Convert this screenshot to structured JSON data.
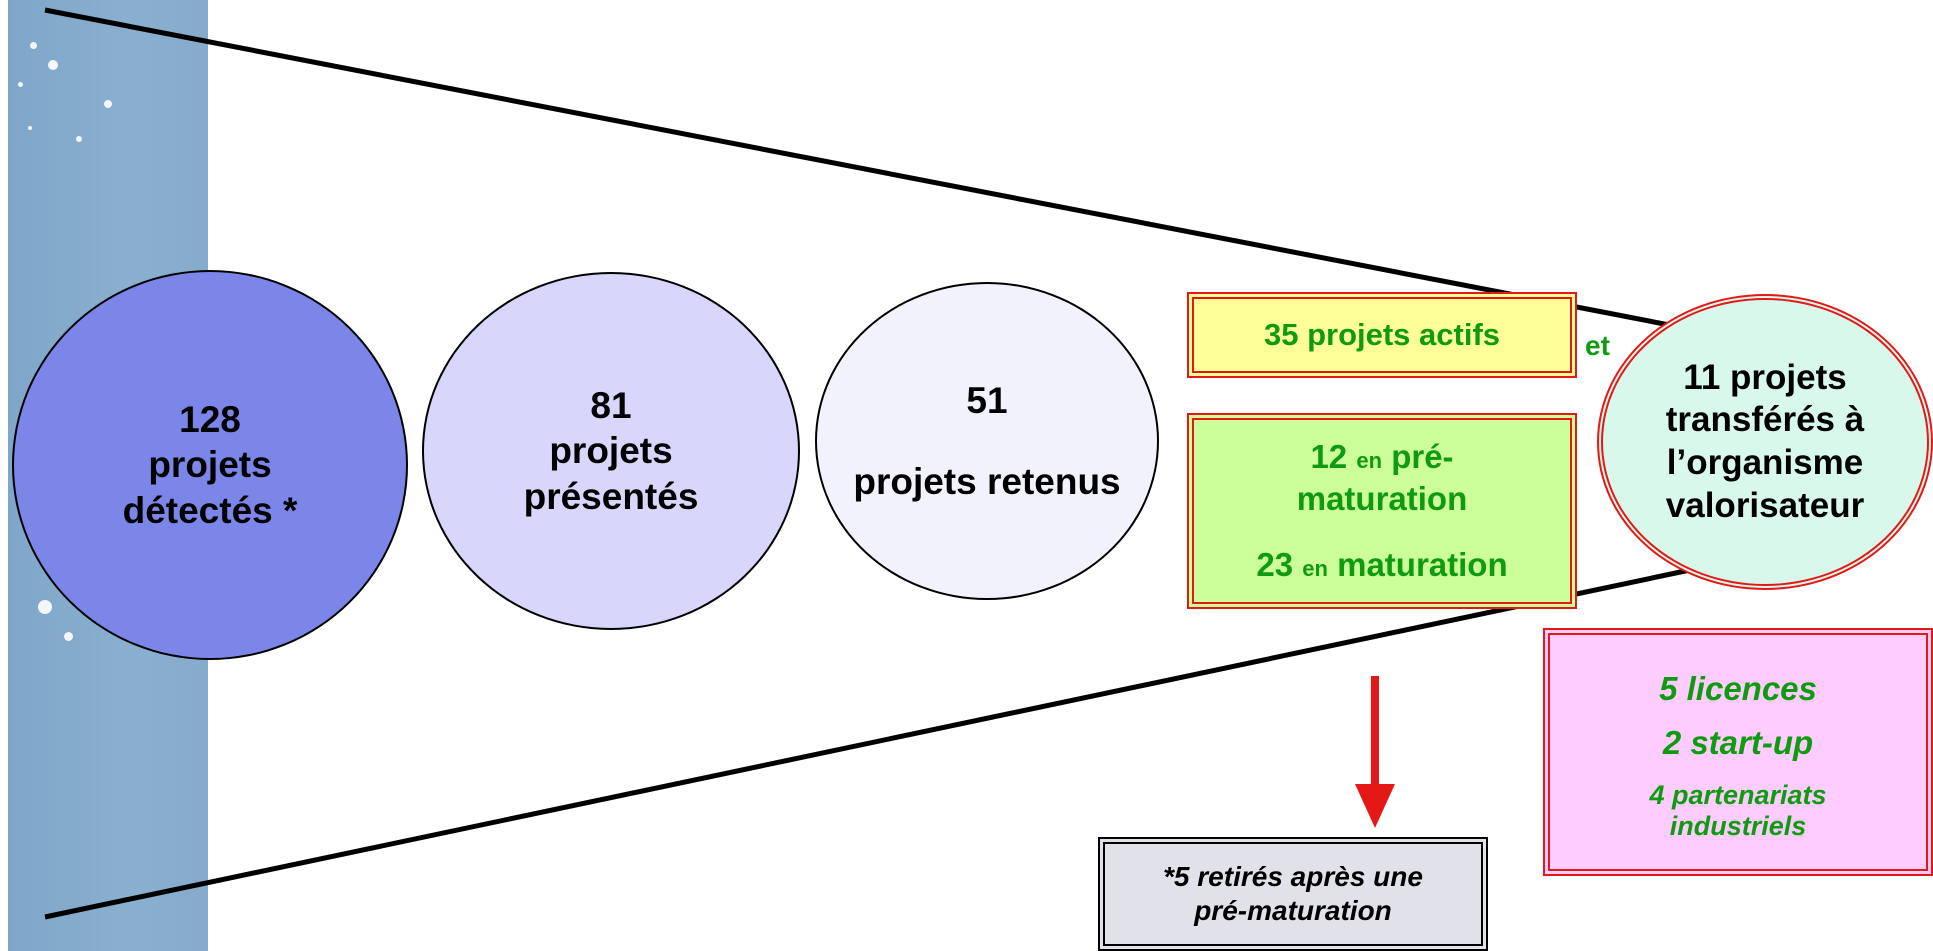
{
  "stages": {
    "detected": {
      "count": "128",
      "line1": "projets",
      "line2": "détectés *"
    },
    "presented": {
      "count": "81",
      "line1": "projets",
      "line2": "présentés"
    },
    "retained": {
      "count": "51",
      "line1": "projets retenus"
    }
  },
  "active": {
    "label": "35 projets actifs"
  },
  "maturation": {
    "pre_count": "12",
    "pre_en": "en",
    "pre_label": "pré-",
    "pre_label2": "maturation",
    "mat_count": "23",
    "mat_en": "en",
    "mat_label": "maturation"
  },
  "connector": {
    "et": "et"
  },
  "transferred": {
    "line1": "11 projets",
    "line2": "transférés à",
    "line3": "l’organisme",
    "line4": "valorisateur"
  },
  "outcomes": {
    "licences": "5 licences",
    "startup": "2 start-up",
    "partnerships_line1": "4 partenariats",
    "partnerships_line2": "industriels"
  },
  "footnote": {
    "line1": "*5 retirés après une",
    "line2": "pré-maturation"
  },
  "colors": {
    "detected_fill": "#7b86e8",
    "presented_fill": "#d8d6fb",
    "retained_fill": "#f1f2fb",
    "transferred_fill": "#d8f8ec",
    "active_fill": "#ffff99",
    "maturation_fill": "#ccff99",
    "outcomes_fill": "#ffccff",
    "footnote_fill": "#e1e1ea",
    "accent_red": "#e51818",
    "text_green": "#0f9b0f"
  }
}
